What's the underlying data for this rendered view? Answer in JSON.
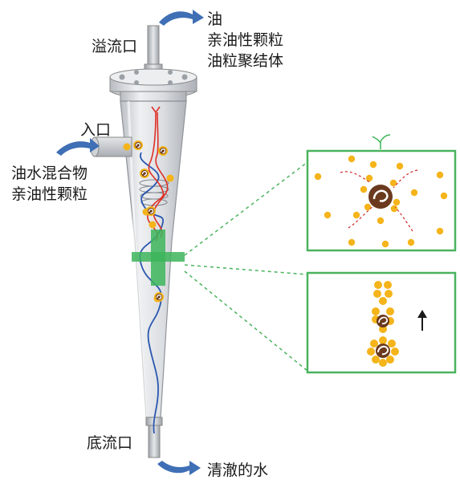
{
  "labels": {
    "overflow_port": "溢流口",
    "out_oil": "油",
    "out_oleophilic": "亲油性颗粒",
    "out_aggregate": "油粒聚结体",
    "inlet": "入口",
    "in_mixture": "油水混合物",
    "in_oleophilic": "亲油性颗粒",
    "underflow_port": "底流口",
    "clean_water": "清澈的水"
  },
  "colors": {
    "flow_arrow": "#3f6fb5",
    "red_streamline": "#e03025",
    "blue_streamline": "#2a57b0",
    "droplet": "#f4b41a",
    "particle": "#6b3a1e",
    "highlight_green": "#3cb55a",
    "inset_border": "#4ab35e",
    "connector_dash": "#4ab35e",
    "body_gray": "#c9cdd2"
  },
  "icons": {
    "up_arrow": "up-arrow-icon",
    "sprout": "sprout-icon",
    "flow_arrow": "curved-flow-arrow-icon"
  }
}
